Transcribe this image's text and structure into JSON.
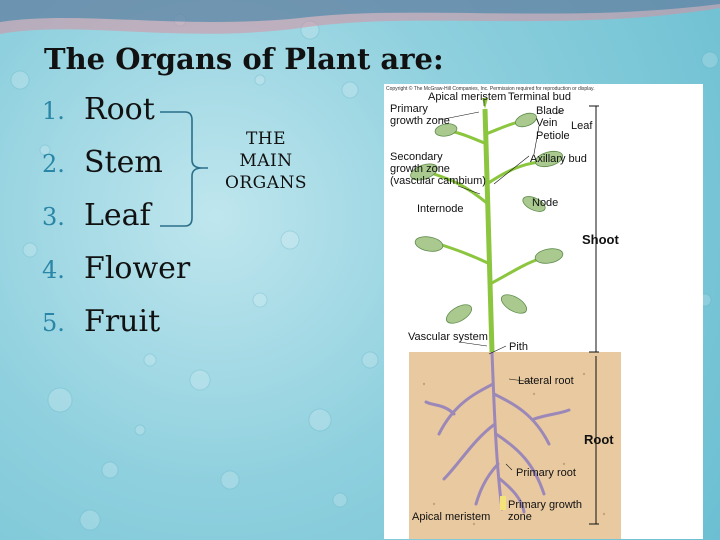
{
  "slide": {
    "title": "The Organs of Plant are:",
    "organs": [
      {
        "num": "1.",
        "label": "Root"
      },
      {
        "num": "2.",
        "label": "Stem"
      },
      {
        "num": "3.",
        "label": "Leaf"
      },
      {
        "num": "4.",
        "label": "Flower"
      },
      {
        "num": "5.",
        "label": "Fruit"
      }
    ],
    "main_organs_label": [
      "THE",
      "MAIN",
      "ORGANS"
    ]
  },
  "diagram": {
    "copyright": "Copyright © The McGraw-Hill Companies, Inc. Permission required for reproduction or display.",
    "labels": {
      "apical_meristem_top": "Apical meristem",
      "terminal_bud": "Terminal bud",
      "primary_growth_zone_top": [
        "Primary",
        "growth zone"
      ],
      "blade": "Blade",
      "vein": "Vein",
      "petiole": "Petiole",
      "leaf": "Leaf",
      "axillary_bud": "Axillary bud",
      "secondary_growth_zone": [
        "Secondary",
        "growth zone",
        "(vascular cambium)"
      ],
      "internode": "Internode",
      "node": "Node",
      "shoot": "Shoot",
      "vascular_system": "Vascular system",
      "pith": "Pith",
      "lateral_root": "Lateral root",
      "root": "Root",
      "primary_root": "Primary root",
      "apical_meristem_bottom": "Apical meristem",
      "primary_growth_zone_bottom": [
        "Primary growth",
        "zone"
      ]
    }
  },
  "colors": {
    "background": "#8fd0de",
    "number_color": "#2a86a6",
    "soil": "#e8c9a0",
    "stem": "#8cc63f",
    "leaf": "#a9c98f",
    "root": "#9b88b8"
  }
}
